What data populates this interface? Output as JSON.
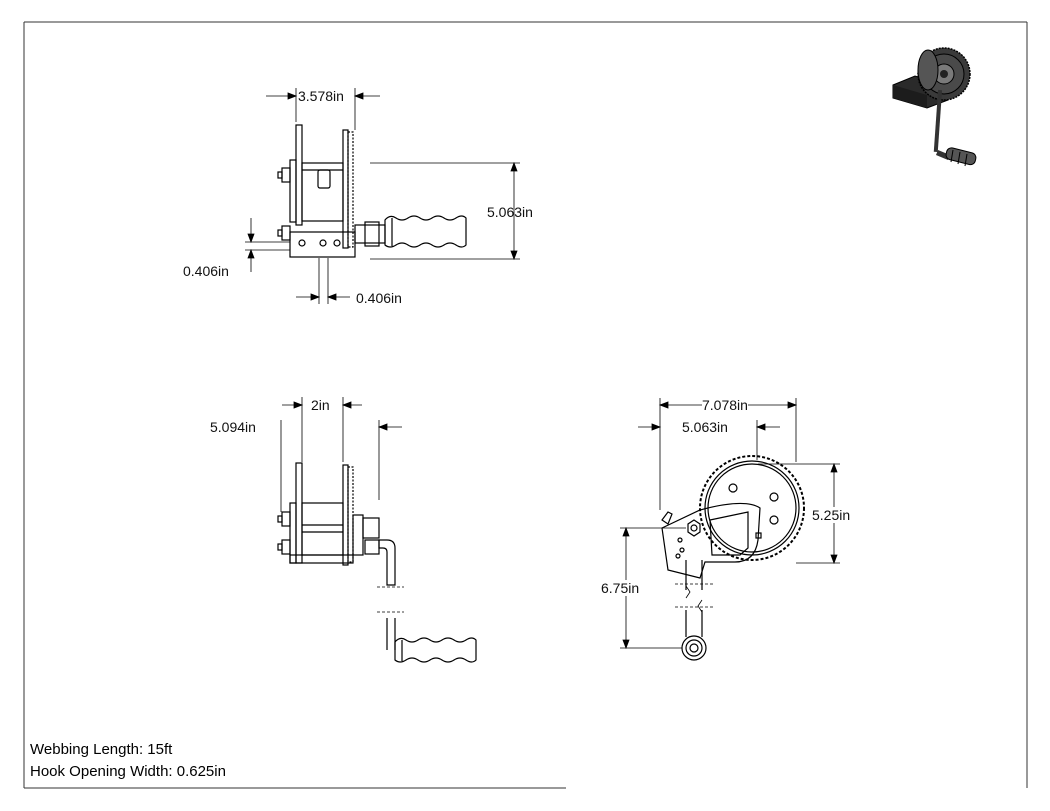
{
  "dimensions": {
    "top_width": "3.578in",
    "top_height": "5.063in",
    "top_small_vertical": "0.406in",
    "top_small_horizontal": "0.406in",
    "side_width": "2in",
    "side_offset": "5.094in",
    "front_width": "7.078in",
    "front_inner": "5.063in",
    "front_height": "5.25in",
    "front_handle": "6.75in"
  },
  "notes": {
    "webbing": "Webbing Length: 15ft",
    "hook": "Hook Opening Width: 0.625in"
  }
}
